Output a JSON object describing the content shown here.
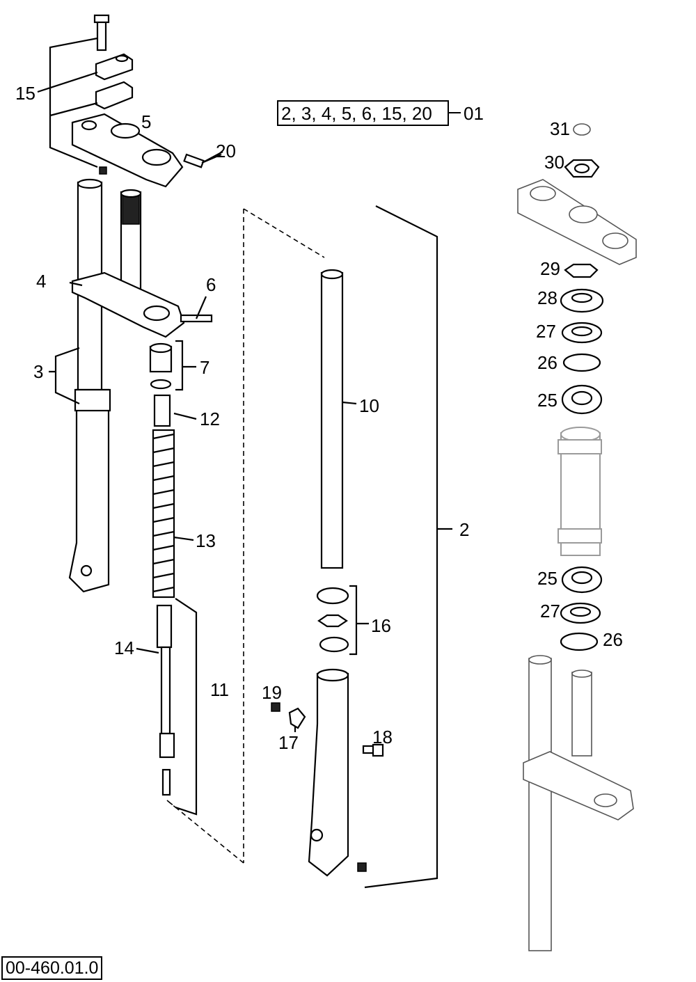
{
  "kit_box": {
    "text": "2, 3, 4, 5, 6, 15, 20",
    "suffix": "01"
  },
  "callouts": [
    "15",
    "5",
    "20",
    "4",
    "6",
    "3",
    "7",
    "12",
    "13",
    "14",
    "11",
    "10",
    "2",
    "16",
    "19",
    "17",
    "18",
    "31",
    "30",
    "29",
    "28",
    "27",
    "26",
    "25",
    "25",
    "27",
    "26"
  ],
  "drawing_number": "00-460.01.0"
}
